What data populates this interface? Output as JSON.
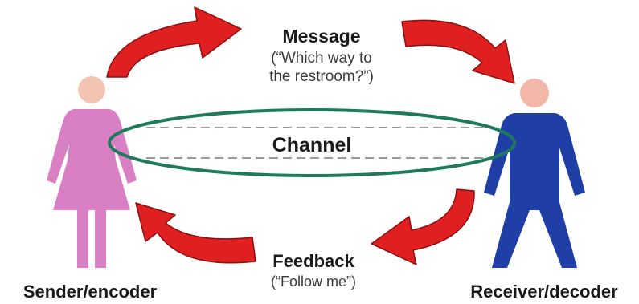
{
  "message": {
    "title": "Message",
    "line1": "(“Which way to",
    "line2": "the restroom?”)"
  },
  "channel": {
    "label": "Channel"
  },
  "feedback": {
    "title": "Feedback",
    "subtitle": "(“Follow me”)"
  },
  "sender": {
    "label": "Sender/encoder",
    "icon": "woman-figure-icon",
    "body_color": "#d97fc4",
    "head_color": "#f4c4b3"
  },
  "receiver": {
    "label": "Receiver/decoder",
    "icon": "man-figure-icon",
    "body_color": "#1f3fa6",
    "head_color": "#f2b7a6"
  },
  "colors": {
    "arrow_fill": "#e02020",
    "arrow_stroke": "#8a1010",
    "channel_ring": "#1f7a5c",
    "channel_dash": "#9a9a9a"
  }
}
